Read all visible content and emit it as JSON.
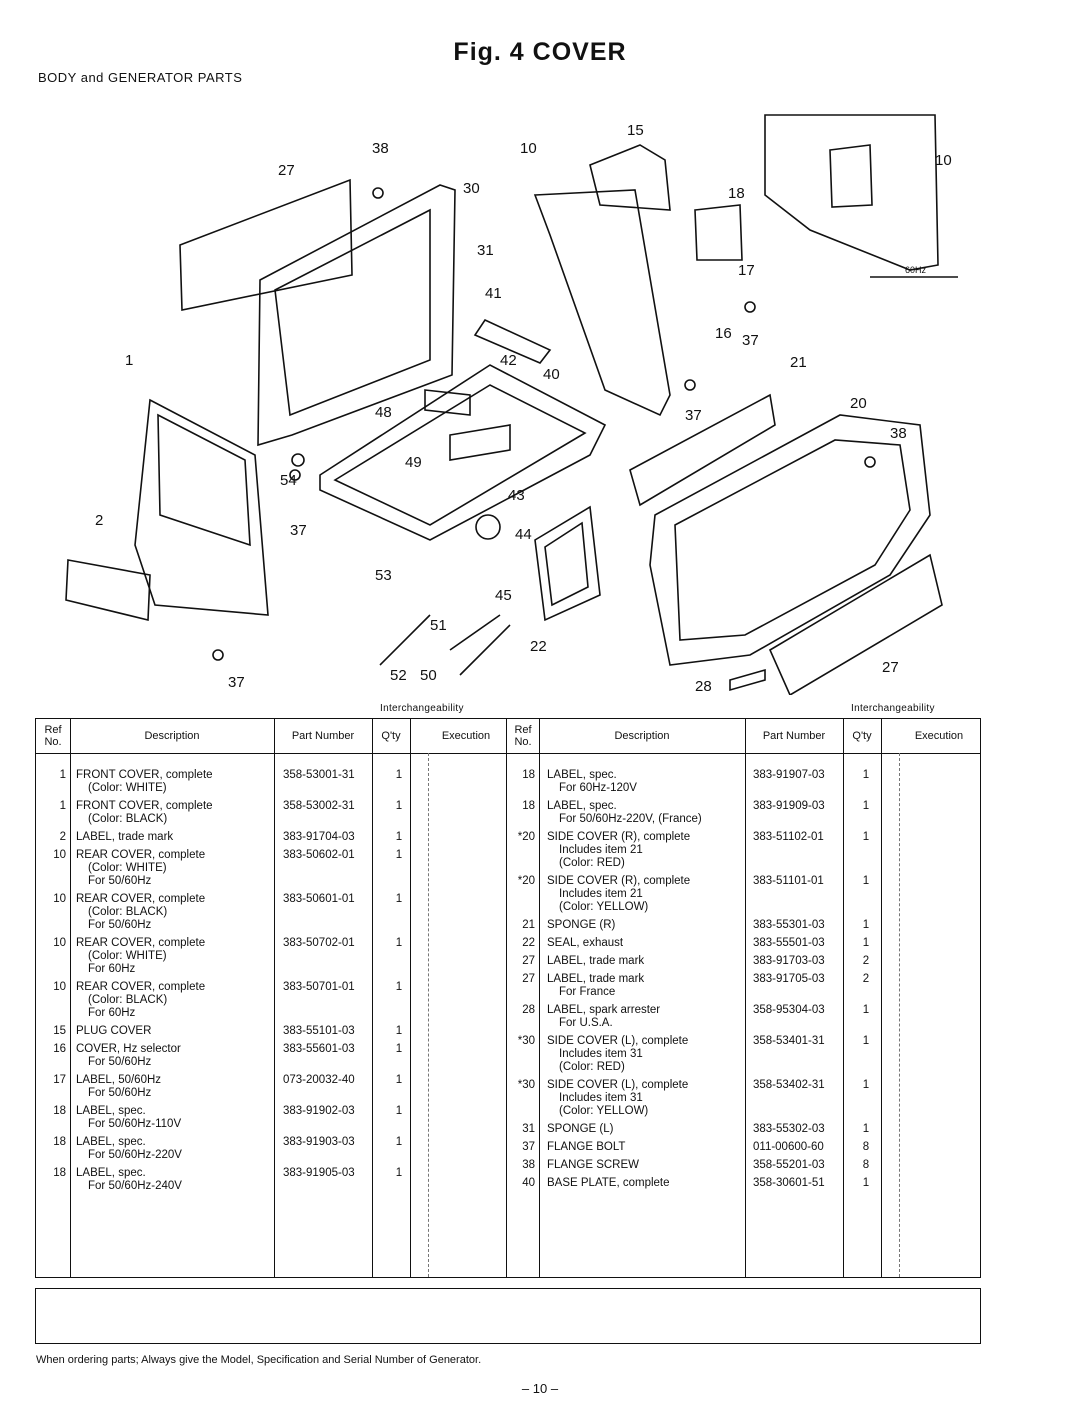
{
  "title": "Fig. 4   COVER",
  "subtitle": "BODY and GENERATOR PARTS",
  "diagram": {
    "callouts": [
      "1",
      "2",
      "10",
      "15",
      "16",
      "17",
      "18",
      "20",
      "21",
      "22",
      "27",
      "28",
      "30",
      "31",
      "37",
      "38",
      "40",
      "41",
      "42",
      "43",
      "44",
      "45",
      "48",
      "49",
      "50",
      "51",
      "52",
      "53",
      "54"
    ],
    "inset_label": "60Hz"
  },
  "interchangeability_label": "Interchangeability",
  "table": {
    "headers": {
      "ref_no": "Ref No.",
      "description": "Description",
      "part_number": "Part Number",
      "qty": "Q'ty",
      "execution": "Execution"
    },
    "left_rows": [
      {
        "ref": "1",
        "desc": "FRONT COVER, complete",
        "notes": [
          "(Color: WHITE)"
        ],
        "pn": "358-53001-31",
        "qty": "1"
      },
      {
        "ref": "1",
        "desc": "FRONT COVER, complete",
        "notes": [
          "(Color: BLACK)"
        ],
        "pn": "358-53002-31",
        "qty": "1"
      },
      {
        "ref": "2",
        "desc": "LABEL, trade mark",
        "notes": [],
        "pn": "383-91704-03",
        "qty": "1"
      },
      {
        "ref": "10",
        "desc": "REAR COVER, complete",
        "notes": [
          "(Color: WHITE)",
          "For 50/60Hz"
        ],
        "pn": "383-50602-01",
        "qty": "1"
      },
      {
        "ref": "10",
        "desc": "REAR COVER, complete",
        "notes": [
          "(Color: BLACK)",
          "For 50/60Hz"
        ],
        "pn": "383-50601-01",
        "qty": "1"
      },
      {
        "ref": "10",
        "desc": "REAR COVER, complete",
        "notes": [
          "(Color: WHITE)",
          "For 60Hz"
        ],
        "pn": "383-50702-01",
        "qty": "1"
      },
      {
        "ref": "10",
        "desc": "REAR COVER, complete",
        "notes": [
          "(Color: BLACK)",
          "For 60Hz"
        ],
        "pn": "383-50701-01",
        "qty": "1"
      },
      {
        "ref": "15",
        "desc": "PLUG COVER",
        "notes": [],
        "pn": "383-55101-03",
        "qty": "1"
      },
      {
        "ref": "16",
        "desc": "COVER, Hz selector",
        "notes": [
          "For 50/60Hz"
        ],
        "pn": "383-55601-03",
        "qty": "1"
      },
      {
        "ref": "17",
        "desc": "LABEL, 50/60Hz",
        "notes": [
          "For 50/60Hz"
        ],
        "pn": "073-20032-40",
        "qty": "1"
      },
      {
        "ref": "18",
        "desc": "LABEL, spec.",
        "notes": [
          "For 50/60Hz-110V"
        ],
        "pn": "383-91902-03",
        "qty": "1"
      },
      {
        "ref": "18",
        "desc": "LABEL, spec.",
        "notes": [
          "For 50/60Hz-220V"
        ],
        "pn": "383-91903-03",
        "qty": "1"
      },
      {
        "ref": "18",
        "desc": "LABEL, spec.",
        "notes": [
          "For 50/60Hz-240V"
        ],
        "pn": "383-91905-03",
        "qty": "1"
      }
    ],
    "right_rows": [
      {
        "ref": "18",
        "desc": "LABEL, spec.",
        "notes": [
          "For 60Hz-120V"
        ],
        "pn": "383-91907-03",
        "qty": "1"
      },
      {
        "ref": "18",
        "desc": "LABEL, spec.",
        "notes": [
          "For 50/60Hz-220V, (France)"
        ],
        "pn": "383-91909-03",
        "qty": "1"
      },
      {
        "ref": "*20",
        "desc": "SIDE COVER (R), complete",
        "notes": [
          "Includes item 21",
          "(Color: RED)"
        ],
        "pn": "383-51102-01",
        "qty": "1"
      },
      {
        "ref": "*20",
        "desc": "SIDE COVER (R), complete",
        "notes": [
          "Includes item 21",
          "(Color: YELLOW)"
        ],
        "pn": "383-51101-01",
        "qty": "1"
      },
      {
        "ref": "21",
        "desc": "SPONGE (R)",
        "notes": [],
        "pn": "383-55301-03",
        "qty": "1"
      },
      {
        "ref": "22",
        "desc": "SEAL, exhaust",
        "notes": [],
        "pn": "383-55501-03",
        "qty": "1"
      },
      {
        "ref": "27",
        "desc": "LABEL, trade mark",
        "notes": [],
        "pn": "383-91703-03",
        "qty": "2"
      },
      {
        "ref": "27",
        "desc": "LABEL, trade mark",
        "notes": [
          "For France"
        ],
        "pn": "383-91705-03",
        "qty": "2"
      },
      {
        "ref": "28",
        "desc": "LABEL, spark arrester",
        "notes": [
          "For U.S.A."
        ],
        "pn": "358-95304-03",
        "qty": "1"
      },
      {
        "ref": "*30",
        "desc": "SIDE COVER (L), complete",
        "notes": [
          "Includes item 31",
          "(Color: RED)"
        ],
        "pn": "358-53401-31",
        "qty": "1"
      },
      {
        "ref": "*30",
        "desc": "SIDE COVER (L), complete",
        "notes": [
          "Includes item 31",
          "(Color: YELLOW)"
        ],
        "pn": "358-53402-31",
        "qty": "1"
      },
      {
        "ref": "31",
        "desc": "SPONGE (L)",
        "notes": [],
        "pn": "383-55302-03",
        "qty": "1"
      },
      {
        "ref": "37",
        "desc": "FLANGE BOLT",
        "notes": [],
        "pn": "011-00600-60",
        "qty": "8"
      },
      {
        "ref": "38",
        "desc": "FLANGE SCREW",
        "notes": [],
        "pn": "358-55201-03",
        "qty": "8"
      },
      {
        "ref": "40",
        "desc": "BASE PLATE, complete",
        "notes": [],
        "pn": "358-30601-51",
        "qty": "1"
      }
    ]
  },
  "footer": "When ordering parts; Always give the Model, Specification and Serial Number of Generator.",
  "page_number": "– 10 –"
}
